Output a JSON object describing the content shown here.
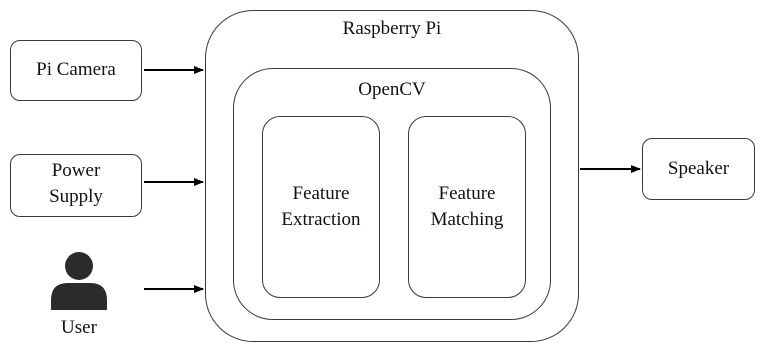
{
  "nodes": {
    "pi_camera": "Pi Camera",
    "power_supply": "Power\nSupply",
    "user": "User",
    "raspberry_pi": "Raspberry Pi",
    "opencv": "OpenCV",
    "feature_extraction": "Feature\nExtraction",
    "feature_matching": "Feature\nMatching",
    "speaker": "Speaker"
  },
  "icons": {
    "user": "person-icon"
  },
  "colors": {
    "stroke": "#3a3a3a",
    "icon": "#2b2b2b",
    "arrow": "#000000"
  }
}
